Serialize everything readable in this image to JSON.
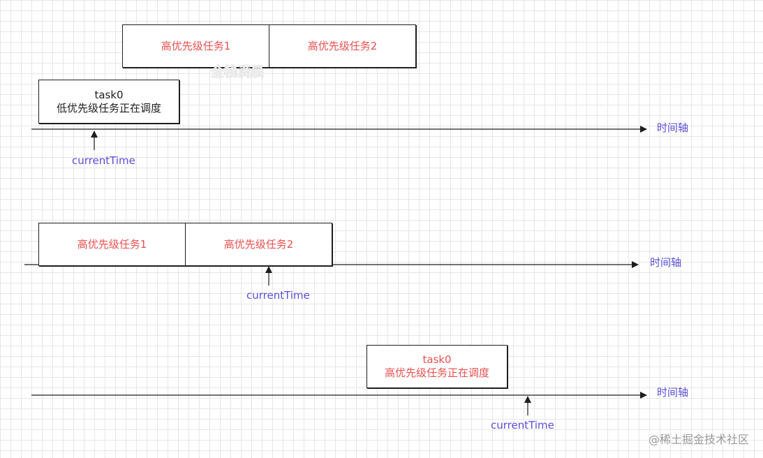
{
  "section1": {
    "task_hp1": "高优先级任务1",
    "task_hp2": "高优先级任务2",
    "task0_title": "task0",
    "task0_desc": "低优先级任务正在调度",
    "axis_label": "时间轴",
    "current_time": "currentTime"
  },
  "section2": {
    "task_hp1": "高优先级任务1",
    "task_hp2": "高优先级任务2",
    "axis_label": "时间轴",
    "current_time": "currentTime"
  },
  "section3": {
    "task0_title": "task0",
    "task0_desc": "高优先级任务正在调度",
    "axis_label": "时间轴",
    "current_time": "currentTime"
  },
  "watermark": "全栈满晨",
  "footer_mark": "@稀土掘金技术社区",
  "colors": {
    "task_text_red": "#e8514f",
    "label_blue": "#5a4fd8",
    "stroke": "#1e1e1e"
  }
}
